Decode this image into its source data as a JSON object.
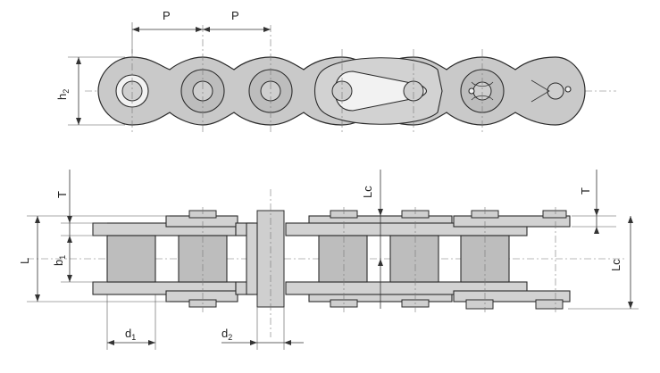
{
  "labels": {
    "pitch_left": "P",
    "pitch_right": "P",
    "h2_main": "h",
    "h2_sub": "2",
    "lc_top_main": "Lc",
    "t_left": "T",
    "t_right": "T",
    "l_overall": "L",
    "b1_main": "b",
    "b1_sub": "1",
    "lc_right": "Lc",
    "d1_main": "d",
    "d1_sub": "1",
    "d2_main": "d",
    "d2_sub": "2"
  }
}
